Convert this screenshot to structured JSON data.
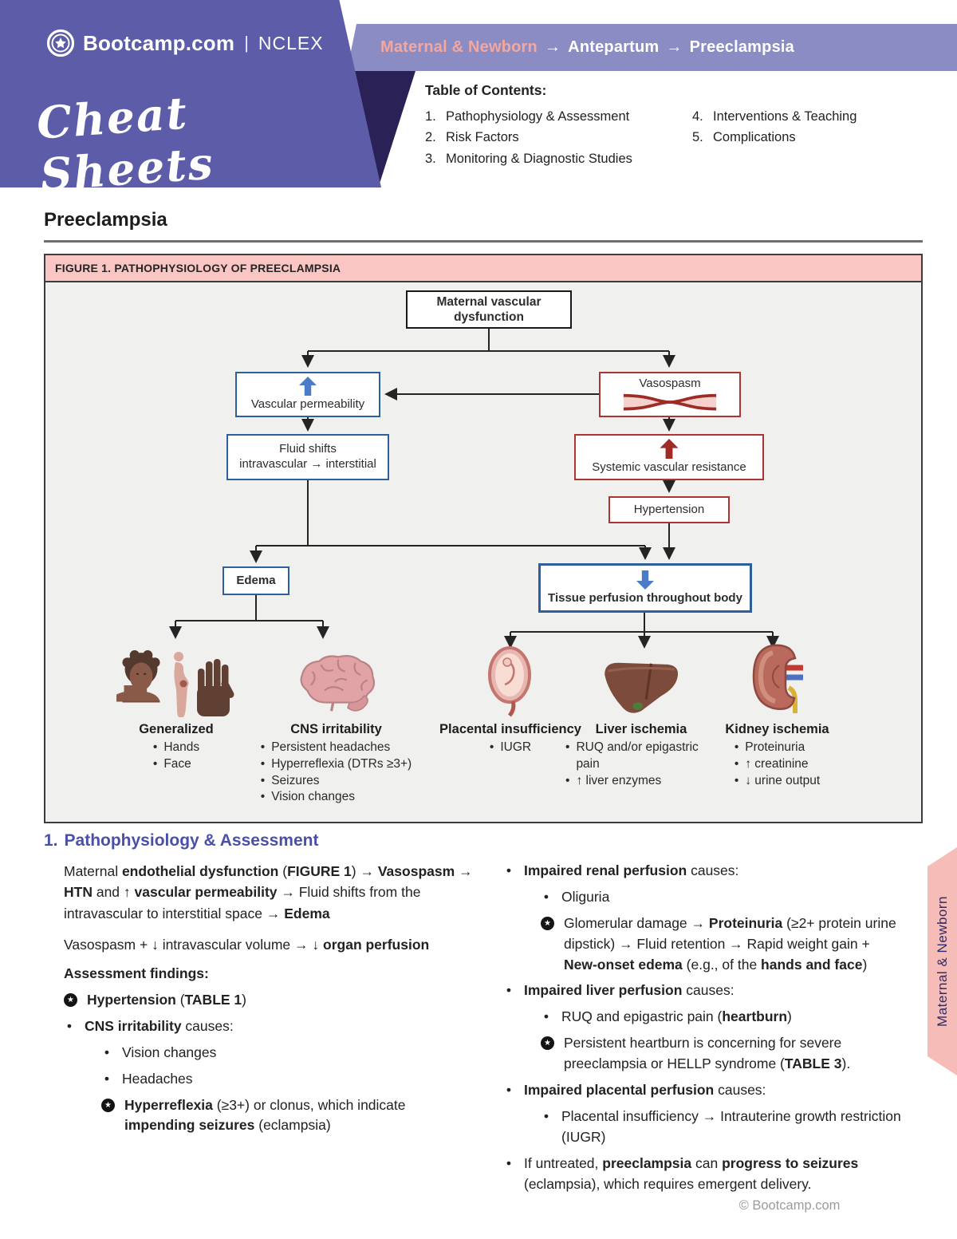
{
  "colors": {
    "brand_purple": "#5c5ca8",
    "breadcrumb_lavender": "#8b8cc4",
    "banner_navy": "#2a2157",
    "breadcrumb_salmon": "#f4a79d",
    "figure_bar_pink": "#f9c6c3",
    "side_tab_pink": "#f6bcb8",
    "blue_node_border": "#2d5f9a",
    "red_node_border": "#ad3430",
    "blue_arrow": "#4a7cc8",
    "red_arrow": "#9e2b26",
    "section_heading_blue": "#4a50a8"
  },
  "icons": {
    "key_star": "★",
    "bullet": "•"
  },
  "header": {
    "brand": "Bootcamp.com",
    "divider": "|",
    "product": "NCLEX",
    "script_title": "Cheat Sheets",
    "breadcrumb": {
      "section": "Maternal & Newborn",
      "arrow": "→",
      "sub": "Antepartum",
      "topic": "Preeclampsia"
    }
  },
  "toc": {
    "title": "Table of Contents:",
    "items": [
      {
        "num": "1.",
        "label": "Pathophysiology & Assessment"
      },
      {
        "num": "2.",
        "label": "Risk Factors"
      },
      {
        "num": "3.",
        "label": "Monitoring & Diagnostic Studies"
      },
      {
        "num": "4.",
        "label": "Interventions & Teaching"
      },
      {
        "num": "5.",
        "label": "Complications"
      }
    ]
  },
  "page_title": "Preeclampsia",
  "figure": {
    "title": "FIGURE 1. PATHOPHYSIOLOGY OF PREECLAMPSIA",
    "nodes": {
      "maternal": "Maternal vascular dysfunction",
      "vascular_permeability": "Vascular permeability",
      "vasospasm": "Vasospasm",
      "fluid_line1": "Fluid shifts",
      "fluid_line2": "intravascular → interstitial",
      "svr": "Systemic vascular resistance",
      "hypertension": "Hypertension",
      "edema": "Edema",
      "tissue": "Tissue perfusion throughout body"
    },
    "outcomes": [
      {
        "label": "Generalized",
        "bullets": [
          "Hands",
          "Face"
        ]
      },
      {
        "label": "CNS irritability",
        "bullets": [
          "Persistent headaches",
          "Hyperreflexia (DTRs ≥3+)",
          "Seizures",
          "Vision changes"
        ]
      },
      {
        "label": "Placental insufficiency",
        "bullets": [
          "IUGR"
        ]
      },
      {
        "label": "Liver ischemia",
        "bullets": [
          "RUQ and/or epigastric pain",
          "↑ liver enzymes"
        ]
      },
      {
        "label": "Kidney ischemia",
        "bullets": [
          "Proteinuria",
          "↑ creatinine",
          "↓ urine output"
        ]
      }
    ]
  },
  "section": {
    "number": "1.",
    "title": "Pathophysiology & Assessment",
    "left": {
      "p1": [
        {
          "t": "Maternal "
        },
        {
          "t": "endothelial dysfunction",
          "b": true
        },
        {
          "t": " ("
        },
        {
          "t": "FIGURE 1",
          "b": true
        },
        {
          "t": ") → "
        },
        {
          "t": "Vasospasm → HTN",
          "b": true
        },
        {
          "t": " and "
        },
        {
          "t": "↑ vascular permeability",
          "b": true
        },
        {
          "t": " → Fluid shifts from the intravascular to interstitial space → "
        },
        {
          "t": "Edema",
          "b": true
        }
      ],
      "p2": [
        {
          "t": "Vasospasm + ↓ intravascular volume → "
        },
        {
          "t": "↓ organ perfusion",
          "b": true
        }
      ],
      "findings_heading": "Assessment findings:",
      "b1": [
        {
          "t": "Hypertension",
          "b": true
        },
        {
          "t": " ("
        },
        {
          "t": "TABLE 1",
          "b": true
        },
        {
          "t": ")"
        }
      ],
      "b2": [
        {
          "t": "CNS irritability",
          "b": true
        },
        {
          "t": " causes:"
        }
      ],
      "b2_sub1": [
        {
          "t": "Vision changes"
        }
      ],
      "b2_sub2": [
        {
          "t": "Headaches"
        }
      ],
      "b2_sub3": [
        {
          "t": "Hyperreflexia",
          "b": true
        },
        {
          "t": " (≥3+) or clonus, which indicate "
        },
        {
          "t": "impending seizures",
          "b": true
        },
        {
          "t": " (eclampsia)"
        }
      ]
    },
    "right": {
      "r1": [
        {
          "t": "Impaired renal perfusion",
          "b": true
        },
        {
          "t": " causes:"
        }
      ],
      "r1_sub1": [
        {
          "t": "Oliguria"
        }
      ],
      "r1_sub2": [
        {
          "t": "Glomerular damage → "
        },
        {
          "t": "Proteinuria",
          "b": true
        },
        {
          "t": " (≥2+ protein urine dipstick) → Fluid retention → Rapid weight gain + "
        },
        {
          "t": "New-onset edema",
          "b": true
        },
        {
          "t": " (e.g., of the "
        },
        {
          "t": "hands and face",
          "b": true
        },
        {
          "t": ")"
        }
      ],
      "r2": [
        {
          "t": "Impaired liver perfusion",
          "b": true
        },
        {
          "t": " causes:"
        }
      ],
      "r2_sub1": [
        {
          "t": "RUQ and epigastric pain ("
        },
        {
          "t": "heartburn",
          "b": true
        },
        {
          "t": ")"
        }
      ],
      "r2_sub2": [
        {
          "t": "Persistent heartburn is concerning for severe preeclampsia or HELLP syndrome ("
        },
        {
          "t": "TABLE 3",
          "b": true
        },
        {
          "t": ")."
        }
      ],
      "r3": [
        {
          "t": "Impaired placental perfusion",
          "b": true
        },
        {
          "t": " causes:"
        }
      ],
      "r3_sub1": [
        {
          "t": "Placental insufficiency → Intrauterine growth restriction (IUGR)"
        }
      ],
      "r4": [
        {
          "t": "If untreated, "
        },
        {
          "t": "preeclampsia",
          "b": true
        },
        {
          "t": " can "
        },
        {
          "t": "progress to seizures",
          "b": true
        },
        {
          "t": " (eclampsia), which requires emergent delivery."
        }
      ]
    }
  },
  "side_tab": {
    "label": "Maternal & Newborn"
  },
  "footer": {
    "copyright": "© Bootcamp.com"
  }
}
